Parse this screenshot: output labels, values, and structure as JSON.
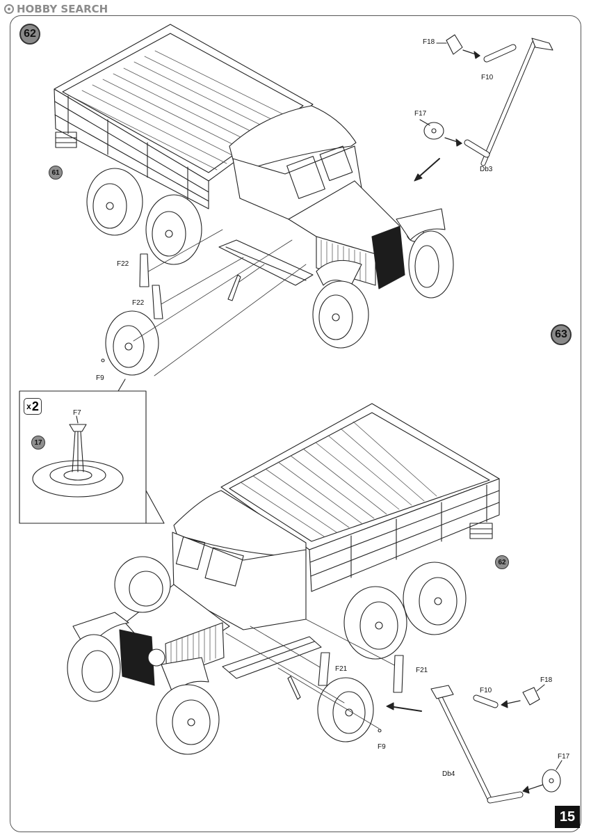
{
  "watermark": {
    "text": "HOBBY SEARCH"
  },
  "steps": {
    "s62": "62",
    "s63": "63"
  },
  "refs": {
    "r61": "61",
    "r17": "17",
    "r62": "62"
  },
  "inset": {
    "mult_x": "x",
    "mult_n": "2"
  },
  "labels": {
    "f18_top": "F18",
    "f10_top": "F10",
    "f17_top": "F17",
    "db3": "Db3",
    "f22_a": "F22",
    "f22_b": "F22",
    "f9_top": "F9",
    "f7": "F7",
    "f21_a": "F21",
    "f21_b": "F21",
    "f9_bot": "F9",
    "f10_bot": "F10",
    "f18_bot": "F18",
    "f17_bot": "F17",
    "db4": "Db4"
  },
  "page_number": "15"
}
